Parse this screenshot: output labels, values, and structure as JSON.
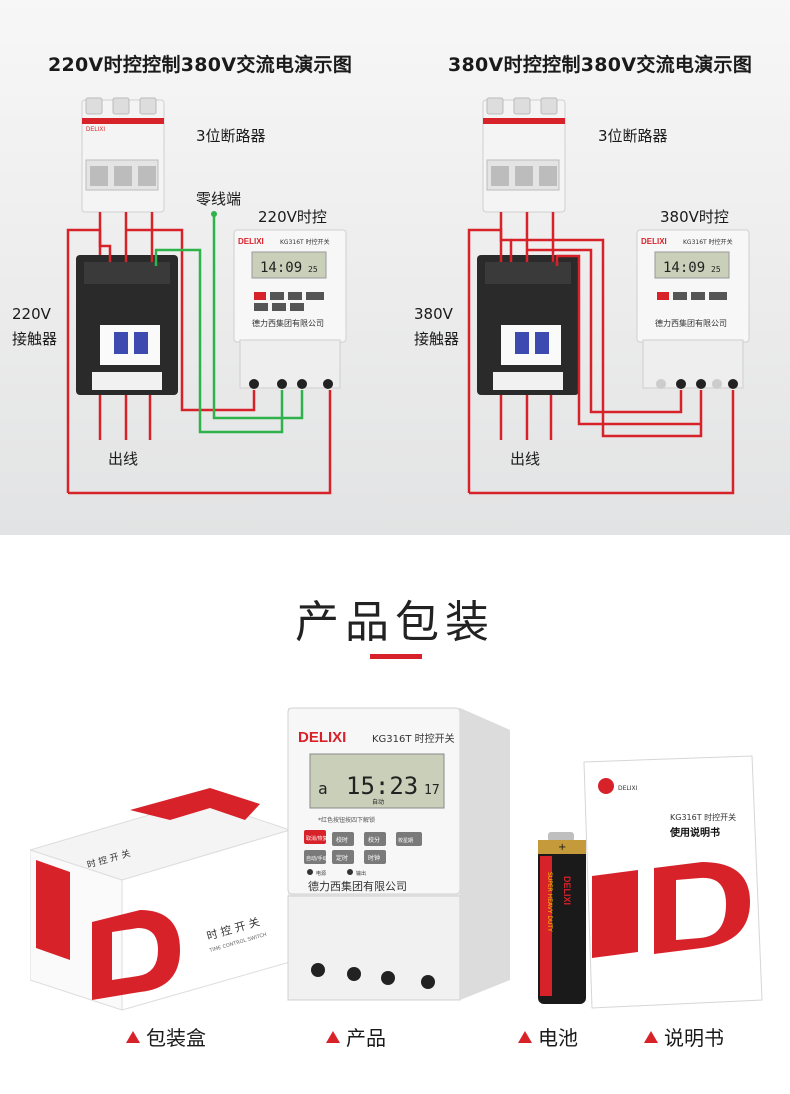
{
  "wiring": {
    "left_title": "220V时控控制380V交流电演示图",
    "right_title": "380V时控控制380V交流电演示图",
    "left": {
      "breaker": "3位断路器",
      "neutral": "零线端",
      "timer": "220V时控",
      "contactor_line1": "220V",
      "contactor_line2": "接触器",
      "output": "出线"
    },
    "right": {
      "breaker": "3位断路器",
      "timer": "380V时控",
      "contactor_line1": "380V",
      "contactor_line2": "接触器",
      "output": "出线"
    },
    "device_text": {
      "brand": "DELIXI",
      "model": "KG316T 时控开关",
      "time_left": "14:09",
      "time_right": "14:09",
      "sec": "25",
      "company": "德力西集团有限公司"
    },
    "colors": {
      "red_wire": "#d8222a",
      "green_wire": "#2db34a"
    }
  },
  "packaging": {
    "title": "产品包装",
    "box_text": "时 控 开 关",
    "box_sub": "TIME CONTROL SWITCH",
    "product": {
      "brand": "DELIXI",
      "model": "KG316T 时控开关",
      "time": "15:23",
      "sec": "17",
      "day": "a",
      "mode": "自动",
      "hint": "*红色按钮按四下解锁",
      "btn1": "取消/恢复",
      "btn2": "校时",
      "btn3": "校分",
      "btn4": "校星期",
      "btn5": "自动/手动",
      "btn6": "定时",
      "btn7": "时钟",
      "led1": "电源",
      "led2": "输出",
      "company": "德力西集团有限公司"
    },
    "battery": {
      "brand": "DELIXI",
      "text": "SUPER HEAVY DUTY",
      "plus": "+"
    },
    "manual": {
      "brand": "DELIXI",
      "line1": "KG316T 时控开关",
      "line2": "使用说明书"
    },
    "captions": [
      "包装盒",
      "产品",
      "电池",
      "说明书"
    ]
  }
}
